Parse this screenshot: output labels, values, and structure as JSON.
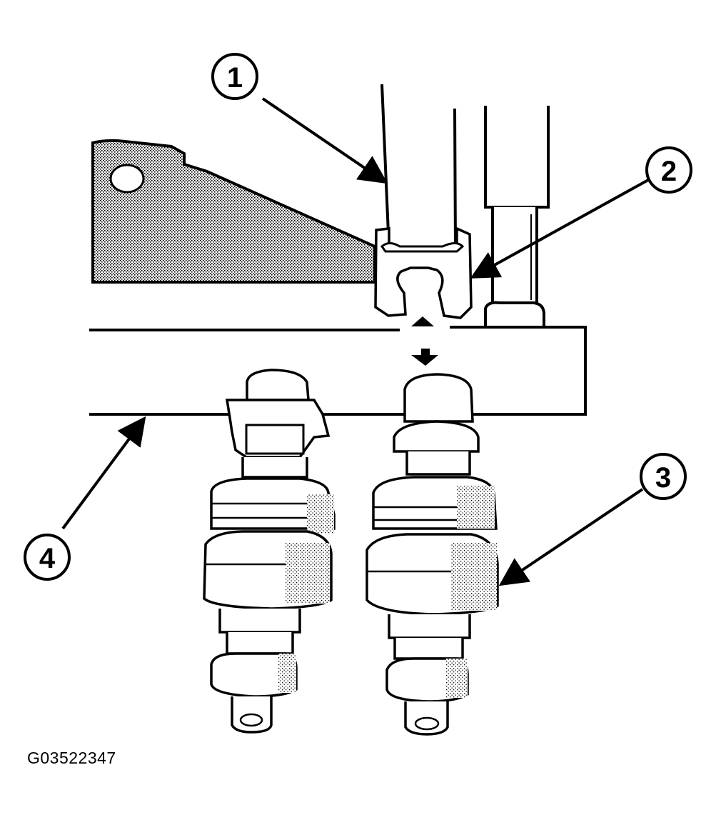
{
  "figure_id": "G03522347",
  "callouts": [
    {
      "number": "1"
    },
    {
      "number": "2"
    },
    {
      "number": "3"
    },
    {
      "number": "4"
    }
  ],
  "colors": {
    "ink": "#000000",
    "paper": "#ffffff",
    "shade": "#9a9a9a"
  }
}
